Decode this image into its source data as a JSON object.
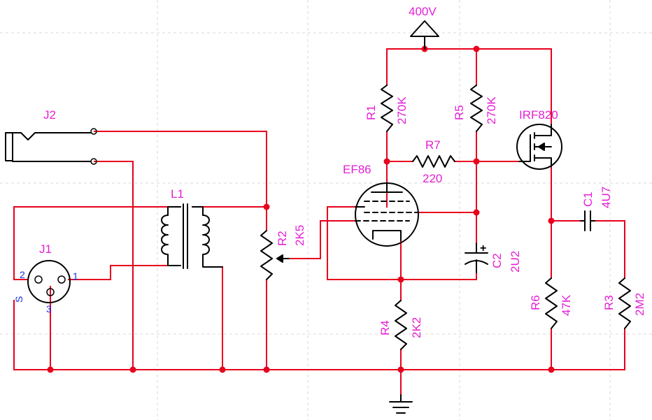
{
  "supply": {
    "label": "400V"
  },
  "connectors": {
    "j1": {
      "ref": "J1",
      "pins": [
        "1",
        "2",
        "3",
        "S"
      ]
    },
    "j2": {
      "ref": "J2"
    }
  },
  "transformer": {
    "ref": "L1"
  },
  "potentiometer": {
    "ref": "R2",
    "value": "2K5"
  },
  "tube": {
    "ref": "EF86"
  },
  "mosfet": {
    "ref": "IRF820"
  },
  "resistors": [
    {
      "ref": "R1",
      "value": "270K"
    },
    {
      "ref": "R5",
      "value": "270K"
    },
    {
      "ref": "R7",
      "value": "220"
    },
    {
      "ref": "R4",
      "value": "2K2"
    },
    {
      "ref": "R6",
      "value": "47K"
    },
    {
      "ref": "R3",
      "value": "2M2"
    }
  ],
  "capacitors": [
    {
      "ref": "C2",
      "value": "2U2",
      "polarity": "+"
    },
    {
      "ref": "C1",
      "value": "4U7"
    }
  ],
  "colors": {
    "wire": "#e8001c",
    "label": "#e61fd6",
    "pin": "#1a2de0",
    "component": "#000000",
    "grid": "#d9d9d9"
  }
}
